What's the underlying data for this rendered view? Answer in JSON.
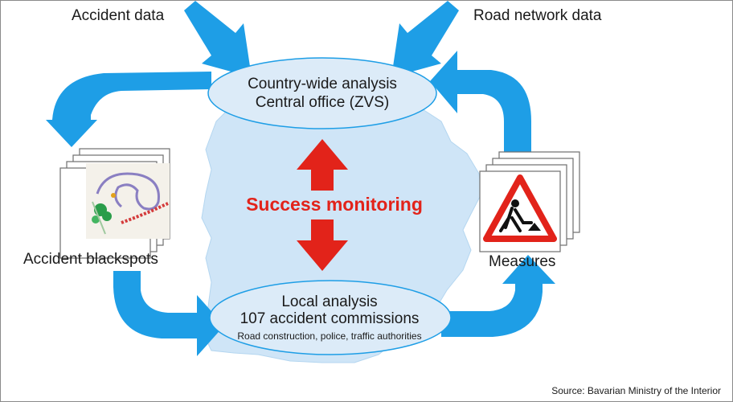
{
  "inputs": {
    "accident_data": "Accident data",
    "road_network_data": "Road network data"
  },
  "central": {
    "line1": "Country-wide analysis",
    "line2": "Central office (ZVS)"
  },
  "center": {
    "label": "Success monitoring"
  },
  "local": {
    "line1": "Local analysis",
    "line2": "107 accident commissions",
    "line3": "Road construction, police, traffic authorities"
  },
  "left_stack": {
    "label": "Accident blackspots",
    "icon": "blackspot-map-icon"
  },
  "right_stack": {
    "label": "Measures",
    "icon": "road-works-sign-icon"
  },
  "source": "Source: Bavarian Ministry of the Interior",
  "colors": {
    "arrow_blue": "#1e9ee6",
    "map_blue": "#cfe5f7",
    "ellipse_fill": "#dcebf8",
    "ellipse_stroke": "#1e9ee6",
    "monitor_red": "#e2231a"
  }
}
